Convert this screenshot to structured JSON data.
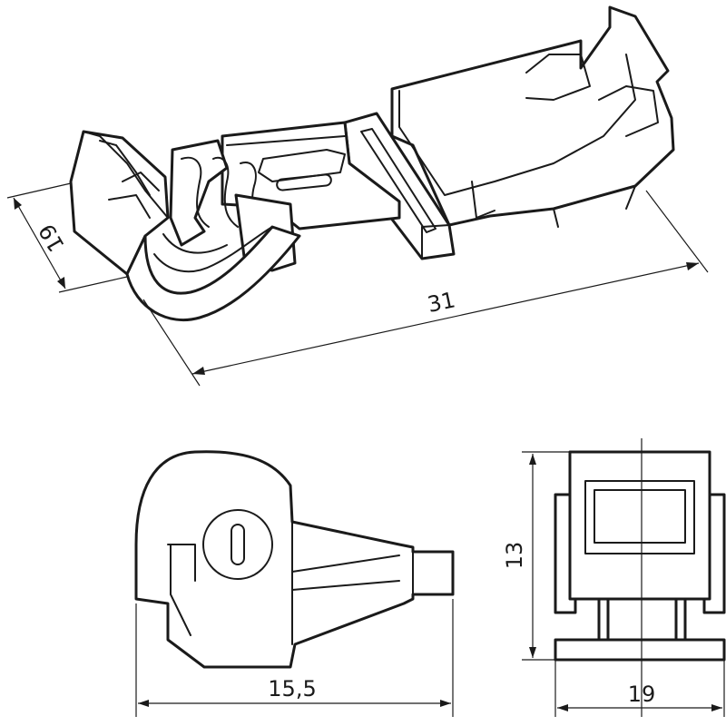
{
  "dimensions": {
    "iso_width": "19",
    "iso_length": "31",
    "side_length": "15,5",
    "front_height": "13",
    "front_width": "19"
  }
}
